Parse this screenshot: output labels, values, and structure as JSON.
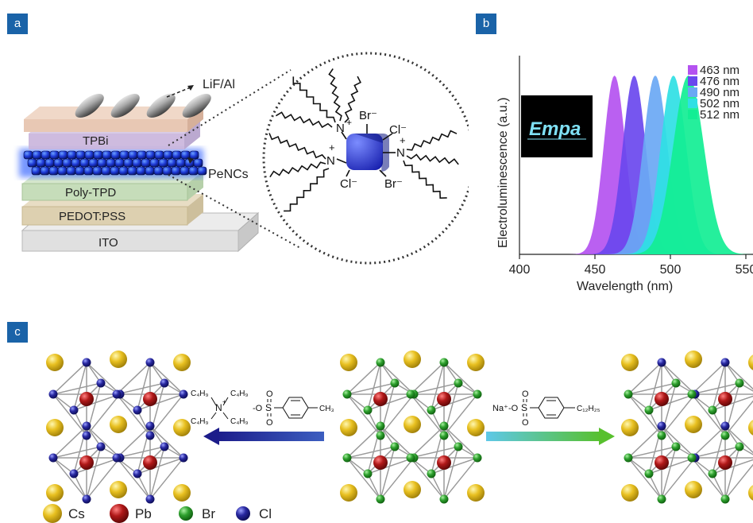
{
  "panels": {
    "a": "a",
    "b": "b",
    "c": "c"
  },
  "device": {
    "layers": [
      "TPBi",
      "Poly-TPD",
      "PEDOT:PSS",
      "ITO"
    ],
    "cathode_label": "LiF/Al",
    "emitter_label": "PeNCs"
  },
  "nanocrystal": {
    "anions": [
      "Br⁻",
      "Cl⁻",
      "Cl⁻",
      "Br⁻"
    ],
    "cation_symbol": "N",
    "plus": "+"
  },
  "chart_data": {
    "type": "area",
    "xlabel": "Wavelength (nm)",
    "ylabel": "Electroluminescence (a.u.)",
    "xlim": [
      400,
      560
    ],
    "x_ticks": [
      "400",
      "450",
      "500",
      "550"
    ],
    "logo_text": "Empa",
    "legend_position": "top-right",
    "series": [
      {
        "name": "463 nm",
        "peak": 463,
        "fwhm": 17,
        "color": "#b452f0"
      },
      {
        "name": "476 nm",
        "peak": 476,
        "fwhm": 18,
        "color": "#6a48ee"
      },
      {
        "name": "490 nm",
        "peak": 490,
        "fwhm": 19,
        "color": "#6aa8f4"
      },
      {
        "name": "502 nm",
        "peak": 502,
        "fwhm": 20,
        "color": "#2fe0e4"
      },
      {
        "name": "512 nm",
        "peak": 512,
        "fwhm": 24,
        "color": "#12ee94"
      }
    ]
  },
  "exchange": {
    "left_reagent": {
      "alkyl": "C₄H₉",
      "n": "N",
      "plus": "+",
      "o_minus": "-O",
      "s": "S",
      "o": "O",
      "methyl": "CH₃"
    },
    "right_reagent": {
      "sodium": "Na⁺",
      "o_minus": "-O",
      "s": "S",
      "o": "O",
      "chain": "C₁₂H₂₅"
    }
  },
  "legend": [
    {
      "label": "Cs",
      "color": "#e8c020"
    },
    {
      "label": "Pb",
      "color": "#b01818"
    },
    {
      "label": "Br",
      "color": "#2ea02e"
    },
    {
      "label": "Cl",
      "color": "#2828a0"
    }
  ]
}
